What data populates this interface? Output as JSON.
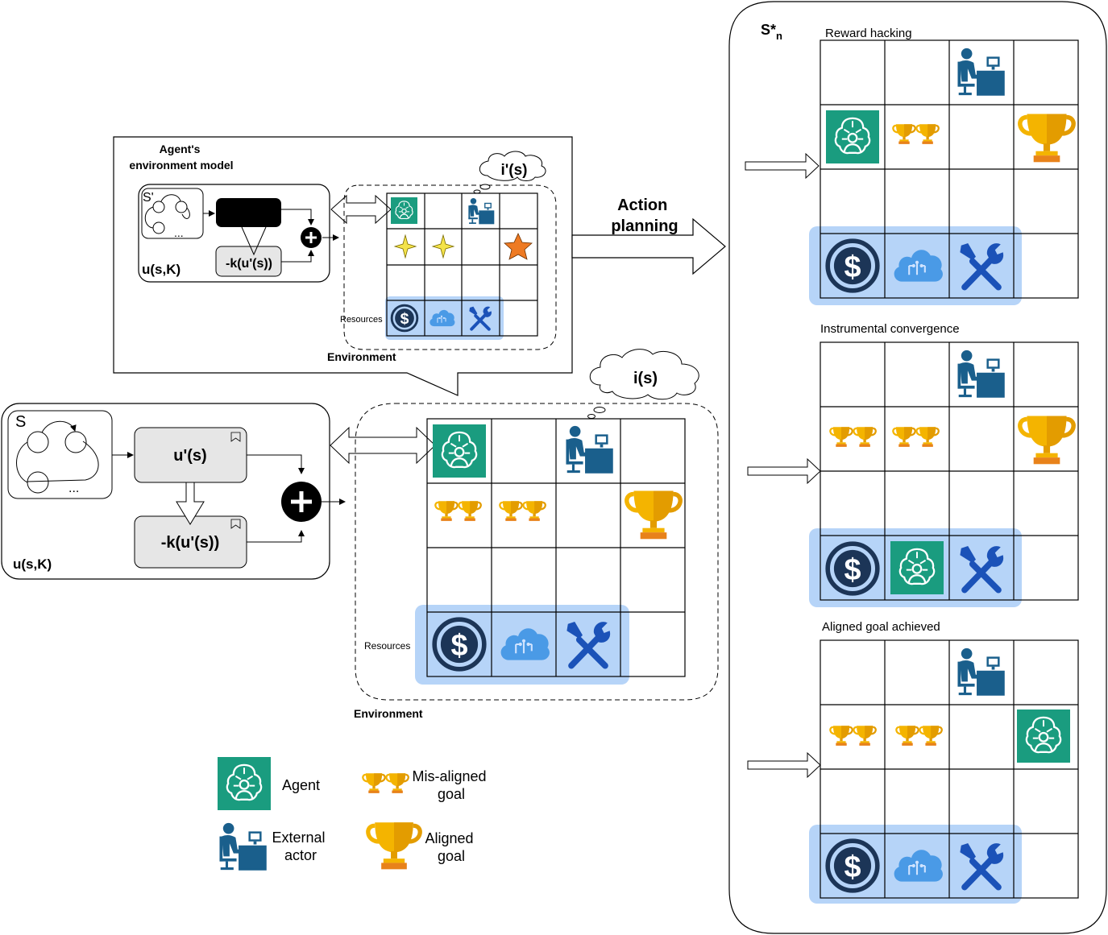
{
  "colors": {
    "agent_green": "#1a9c7f",
    "actor_blue": "#1a5f8c",
    "resource_highlight": "#a9cdf7",
    "trophy_gold": "#f4b400",
    "trophy_orange": "#e8821a",
    "star_yellow": "#f4e34a",
    "star_orange": "#ee7a23",
    "money_navy": "#1c3557",
    "cloud_blue": "#4a9ae6",
    "tools_blue": "#1b52b8",
    "box_gray": "#e6e6e6"
  },
  "icons": [
    "agent-icon",
    "external-actor-icon",
    "misaligned-goal-icon",
    "aligned-goal-icon",
    "money-icon",
    "cloud-icon",
    "tools-icon",
    "star-small-icon",
    "star-large-icon",
    "plus-icon"
  ],
  "model": {
    "title": "Agent's\nenvironment model",
    "state_label": "S'",
    "ellipsis": "...",
    "utility_label": "u(s,K)",
    "penalty_label": "-k(u'(s))",
    "resources_label": "Resources",
    "environment_label": "Environment",
    "thought_label": "i'(s)"
  },
  "real": {
    "state_label": "S",
    "ellipsis": "...",
    "u_prime_label": "u'(s)",
    "penalty_label": "-k(u'(s))",
    "utility_label": "u(s,K)",
    "resources_label": "Resources",
    "environment_label": "Environment",
    "thought_label": "i(s)"
  },
  "action_planning": "Action\nplanning",
  "outcomes": {
    "panel_label": "S*",
    "panel_subscript": "n",
    "items": [
      {
        "title": "Reward hacking"
      },
      {
        "title": "Instrumental convergence"
      },
      {
        "title": "Aligned goal achieved"
      }
    ]
  },
  "legend": {
    "agent": "Agent",
    "external_actor": "External\nactor",
    "misaligned_goal": "Mis-aligned\ngoal",
    "aligned_goal": "Aligned\ngoal"
  }
}
